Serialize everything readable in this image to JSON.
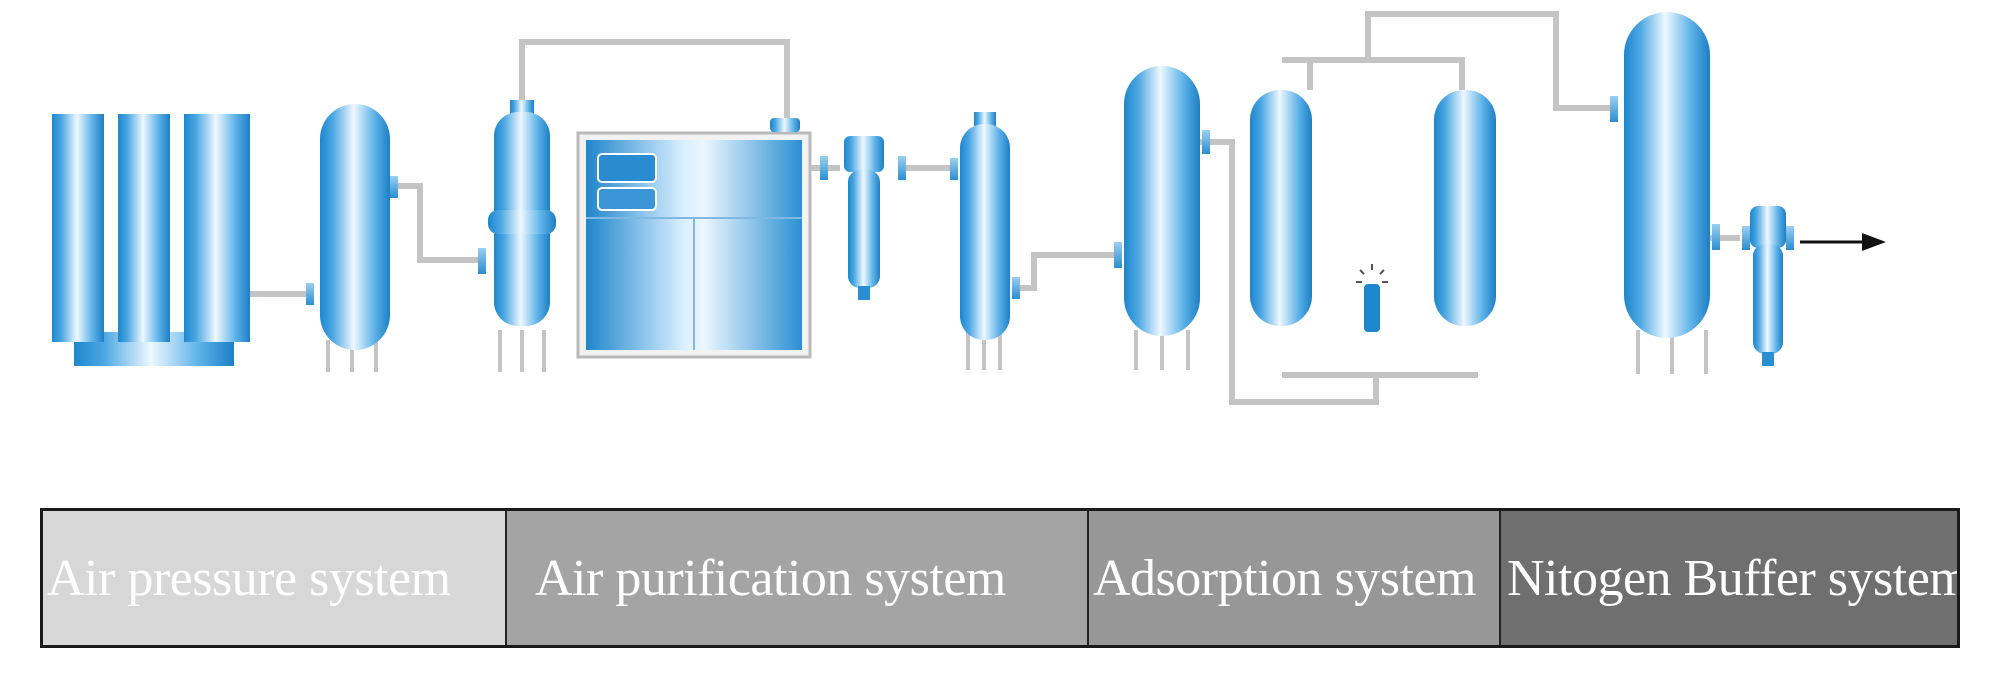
{
  "colors": {
    "vessel_dark": "#1e86cc",
    "vessel_light": "#e8f6ff",
    "pipe": "#c4c4c4",
    "arrow": "#111111",
    "text": "#ffffff"
  },
  "legend": {
    "segments": [
      {
        "label": "Air pressure system",
        "color": "#d7d7d7"
      },
      {
        "label": "Air purification system",
        "color": "#a4a4a4"
      },
      {
        "label": "Adsorption system",
        "color": "#979797"
      },
      {
        "label": "Nitogen Buffer system",
        "color": "#6f6f6f"
      }
    ]
  },
  "diagram": {
    "components": [
      {
        "name": "air-compressor",
        "icon": "compressor-icon"
      },
      {
        "name": "air-receiver-tank",
        "icon": "tank-icon"
      },
      {
        "name": "cyclone-separator",
        "icon": "separator-icon"
      },
      {
        "name": "refrigerated-dryer",
        "icon": "dryer-icon"
      },
      {
        "name": "precision-filter",
        "icon": "filter-icon"
      },
      {
        "name": "water-separator",
        "icon": "separator-icon"
      },
      {
        "name": "air-buffer-tank",
        "icon": "tank-icon"
      },
      {
        "name": "adsorption-tower-a",
        "icon": "tower-icon"
      },
      {
        "name": "adsorption-tower-b",
        "icon": "tower-icon"
      },
      {
        "name": "nitrogen-buffer-tank",
        "icon": "tank-icon"
      },
      {
        "name": "final-filter",
        "icon": "filter-icon"
      },
      {
        "name": "output-arrow",
        "icon": "arrow-right-icon"
      }
    ]
  }
}
